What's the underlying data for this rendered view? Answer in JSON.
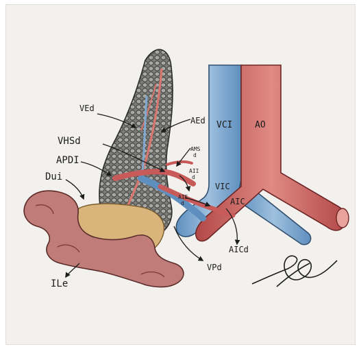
{
  "labels": {
    "ved": "VEd",
    "aed": "AEd",
    "vhsd": "VHSd",
    "apdi": "APDI",
    "dui": "Dui",
    "ams_d": [
      "AMS",
      "d"
    ],
    "aii_d": [
      "AII",
      "d"
    ],
    "aie_d": [
      "AIE",
      "d"
    ],
    "vci": "VCI",
    "ao": "AO",
    "vic": "VIC",
    "aic": "AIC",
    "aicd": "AICd",
    "vpd": "VPd",
    "ile": "ILe"
  },
  "colors": {
    "paper": "#f3f1ed",
    "vein_blue": "#7fa9cf",
    "artery_red": "#c85a5a",
    "kidney_gray": "#8a8a88",
    "mesentery_tan": "#d6b27a",
    "ileum_pink": "#b8716e",
    "ink": "#1c1c1c"
  },
  "icons": {
    "signature": "signature-scribble"
  }
}
